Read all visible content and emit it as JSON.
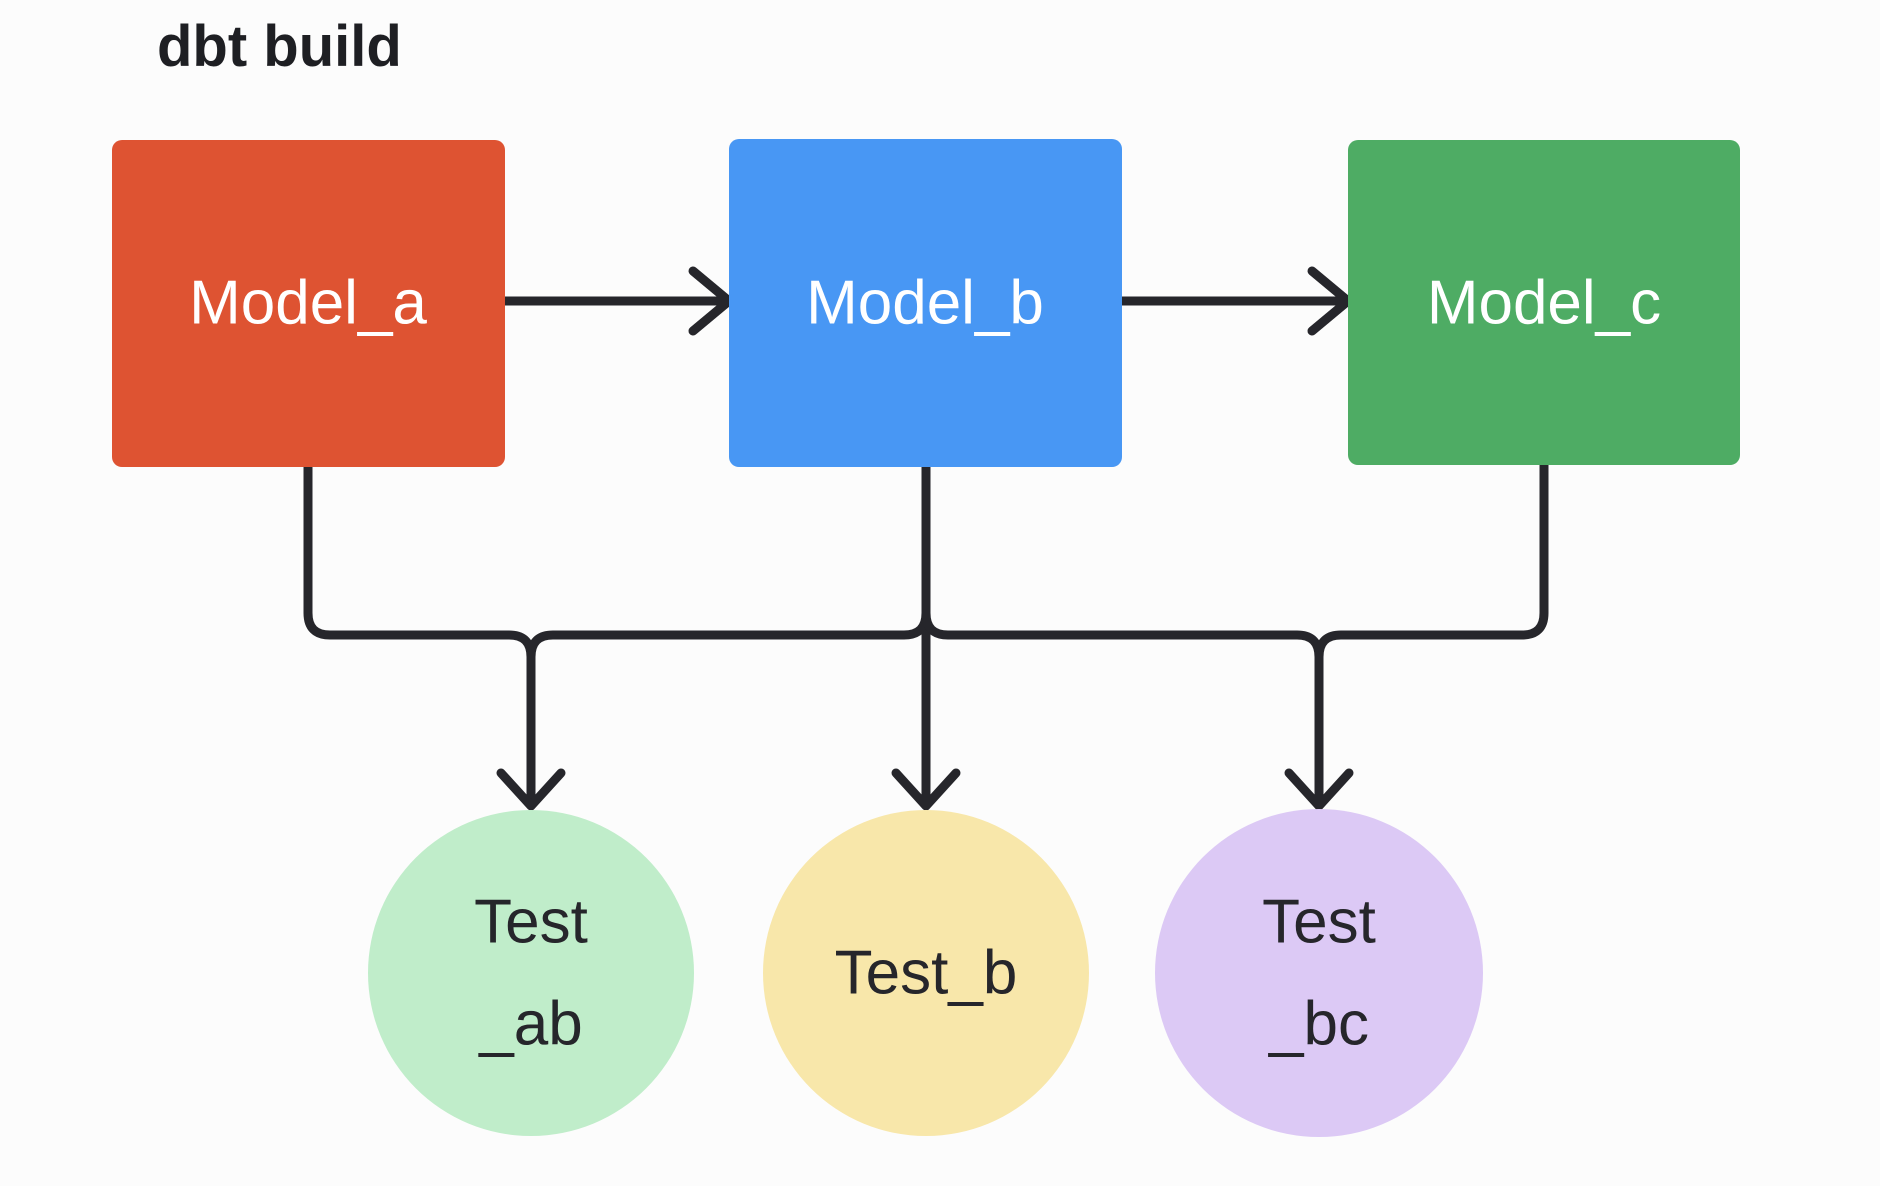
{
  "title": "dbt build",
  "colors": {
    "background": "#FCFCFC",
    "line": "#26262B",
    "title_text": "#1E1F23",
    "model_label_text": "#FFFFFF",
    "test_label_text": "#26262B"
  },
  "nodes": {
    "models": [
      {
        "id": "model_a",
        "label": "Model_a",
        "shape": "rectangle",
        "color": "#DE5332"
      },
      {
        "id": "model_b",
        "label": "Model_b",
        "shape": "rectangle",
        "color": "#4897F4"
      },
      {
        "id": "model_c",
        "label": "Model_c",
        "shape": "rectangle",
        "color": "#4EAC64"
      }
    ],
    "tests": [
      {
        "id": "test_ab",
        "label_line1": "Test",
        "label_line2": "_ab",
        "shape": "circle",
        "color": "#C0EDCA"
      },
      {
        "id": "test_b",
        "label": "Test_b",
        "shape": "circle",
        "color": "#F8E7AA"
      },
      {
        "id": "test_bc",
        "label_line1": "Test",
        "label_line2": "_bc",
        "shape": "circle",
        "color": "#DCC9F5"
      }
    ]
  },
  "edges": [
    {
      "from": "Model_a",
      "to": "Model_b",
      "arrow": true
    },
    {
      "from": "Model_b",
      "to": "Model_c",
      "arrow": true
    },
    {
      "from": "Model_a",
      "to": "Test_ab",
      "arrow": true
    },
    {
      "from": "Model_b",
      "to": "Test_ab",
      "arrow": true
    },
    {
      "from": "Model_b",
      "to": "Test_b",
      "arrow": true
    },
    {
      "from": "Model_b",
      "to": "Test_bc",
      "arrow": true
    },
    {
      "from": "Model_c",
      "to": "Test_bc",
      "arrow": true
    }
  ]
}
